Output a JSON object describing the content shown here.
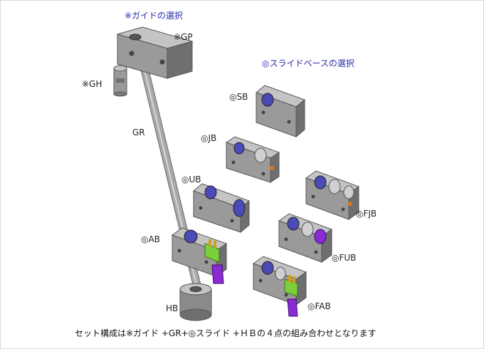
{
  "headings": {
    "guide": "※ガイドの選択",
    "slide_base": "◎スライドベースの選択"
  },
  "labels": {
    "gp": "※GP",
    "gh": "※GH",
    "gr": "GR",
    "sb": "◎SB",
    "jb": "◎JB",
    "ub": "◎UB",
    "ab": "◎AB",
    "hb": "HB",
    "fjb": "◎FJB",
    "fub": "◎FUB",
    "fab": "◎FAB"
  },
  "footer": "セット構成は※ガイド +GR+◎スライド +ＨＢの４点の組み合わせとなります",
  "colors": {
    "heading": "#2a2aa8",
    "block_face": "#9a9a9a",
    "block_side": "#6f6f6f",
    "block_top": "#c4c4c4",
    "roller": "#4a4ab8",
    "orange": "#e07a10",
    "green": "#7ccf3a",
    "purple": "#8a2ad0"
  }
}
